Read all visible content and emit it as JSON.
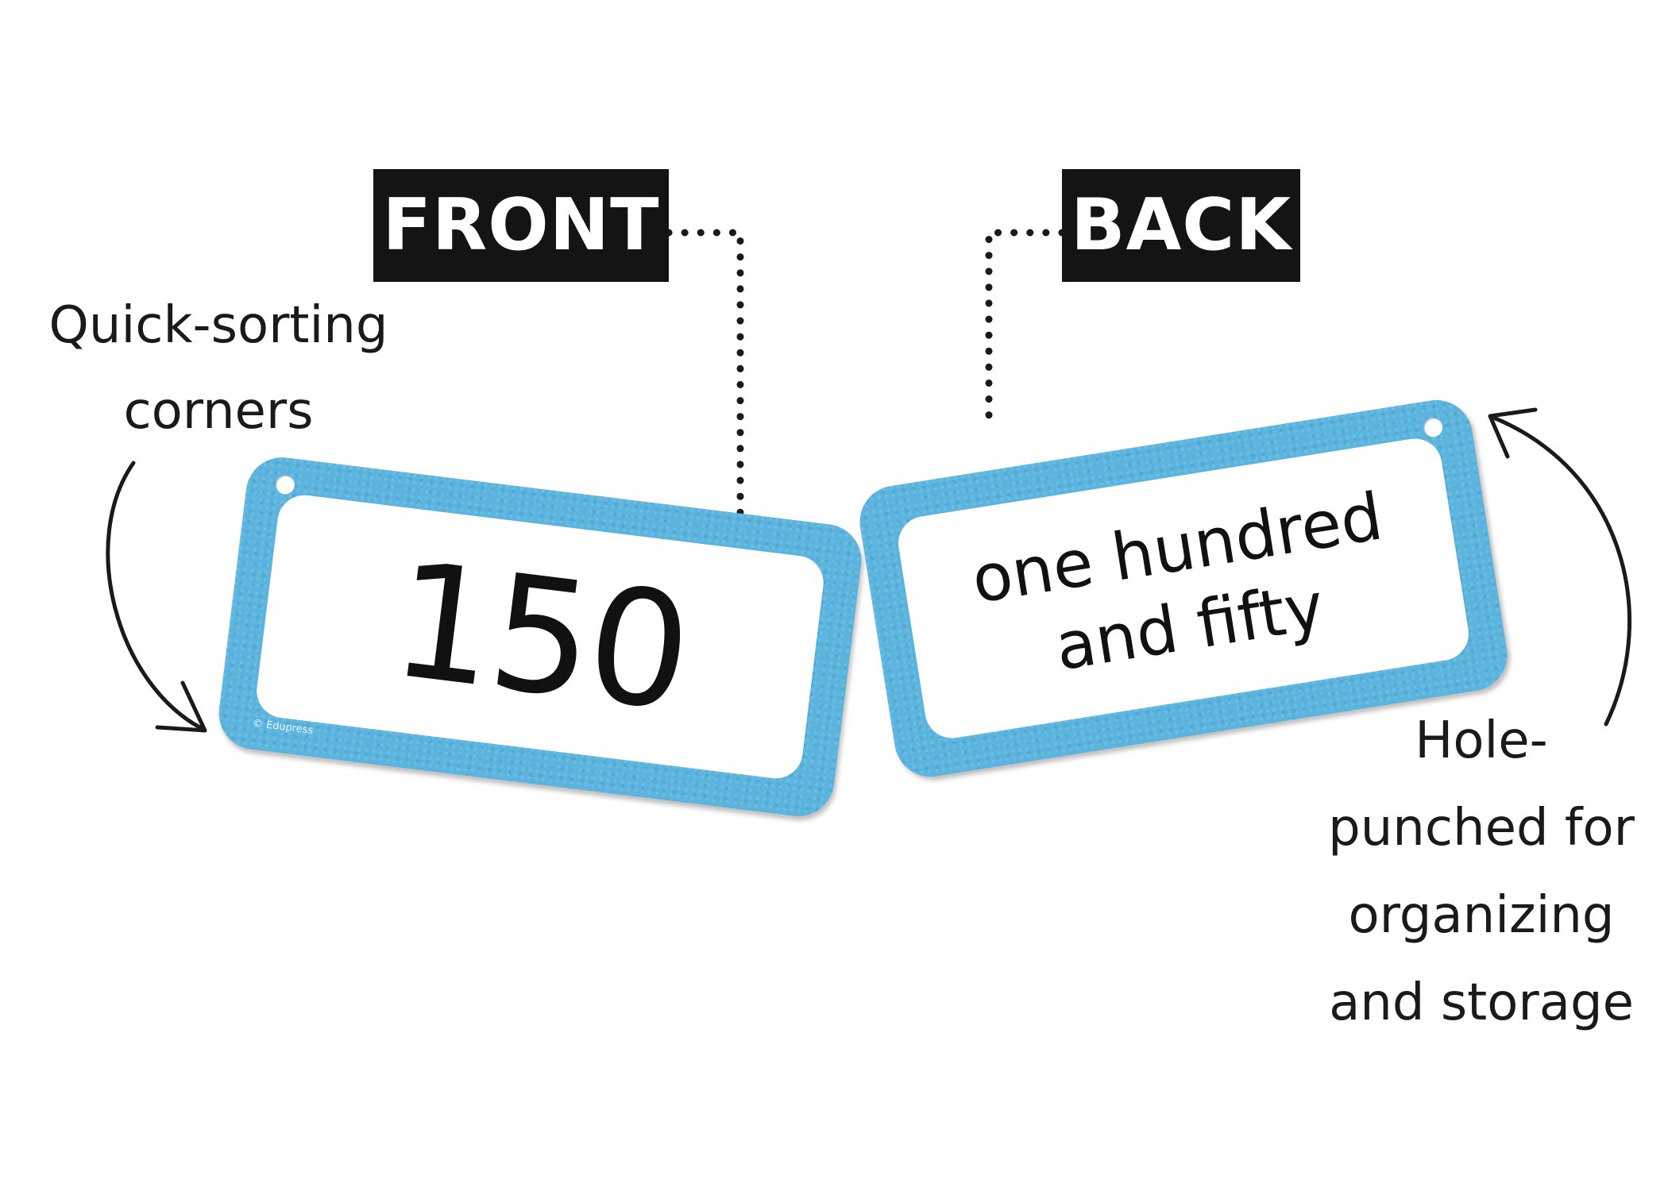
{
  "labels": {
    "front": "FRONT",
    "back": "BACK"
  },
  "callouts": {
    "corners": [
      "Quick-sorting",
      "corners"
    ],
    "hole": [
      "Hole-",
      "punched for",
      "organizing",
      "and storage"
    ]
  },
  "front_card": {
    "number": "150",
    "mark": "© Edupress"
  },
  "back_card": {
    "words": [
      "one hundred",
      "and fifty"
    ]
  },
  "colors": {
    "card_blue": "#5bb4de",
    "label_black": "#141414"
  }
}
